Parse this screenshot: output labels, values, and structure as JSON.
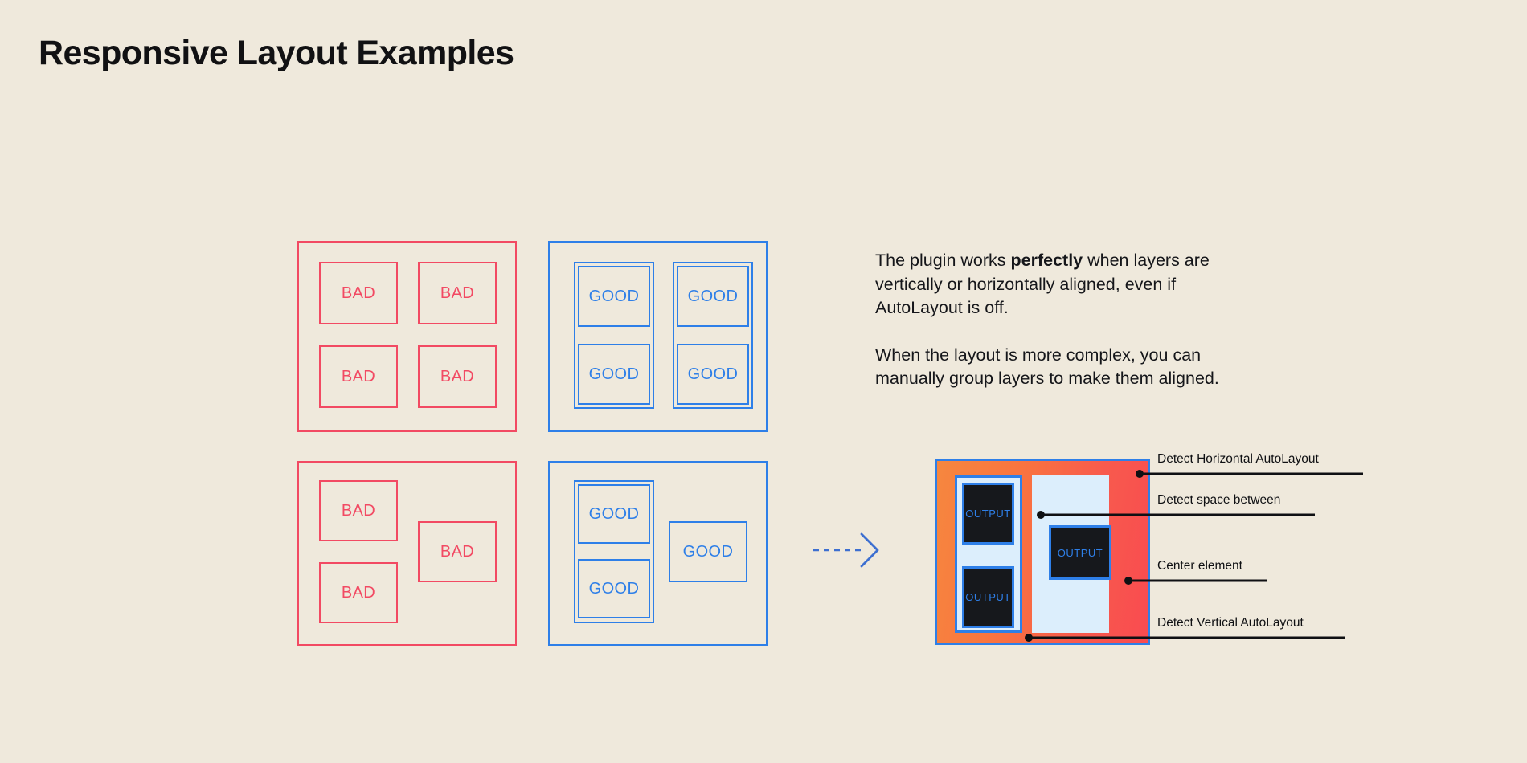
{
  "page": {
    "title": "Responsive Layout Examples",
    "background_color": "#efe9dc",
    "title_color": "#111113"
  },
  "colors": {
    "bad": "#f24a63",
    "good": "#2e7fe8",
    "accent_orange": "#f6873f",
    "accent_red": "#f94b50",
    "panel_light_blue": "#dceefc",
    "output_dark": "#16181c",
    "annotation": "#0f1013"
  },
  "examples": {
    "bad_label": "BAD",
    "good_label": "GOOD",
    "top_left": {
      "variant": "bad",
      "cells": [
        "BAD",
        "BAD",
        "BAD",
        "BAD"
      ]
    },
    "top_right": {
      "variant": "good",
      "cells": [
        "GOOD",
        "GOOD",
        "GOOD",
        "GOOD"
      ]
    },
    "bottom_left": {
      "variant": "bad",
      "cells": [
        "BAD",
        "BAD",
        "BAD"
      ]
    },
    "bottom_right": {
      "variant": "good",
      "cells": [
        "GOOD",
        "GOOD",
        "GOOD"
      ]
    }
  },
  "copy": {
    "paragraph1_before": "The plugin works ",
    "paragraph1_bold": "perfectly",
    "paragraph1_after": " when layers are vertically or horizontally aligned, even if AutoLayout is off.",
    "paragraph2": "When the layout is more complex, you can manually group layers to make them aligned."
  },
  "arrow": {
    "icon": "arrow-right-dashed-icon",
    "color": "#2e7fe8"
  },
  "mock": {
    "output_label": "OUTPUT",
    "outputs": [
      "OUTPUT",
      "OUTPUT",
      "OUTPUT"
    ]
  },
  "annotations": [
    {
      "label": "Detect Horizontal AutoLayout"
    },
    {
      "label": "Detect space between"
    },
    {
      "label": "Center element"
    },
    {
      "label": "Detect Vertical AutoLayout"
    }
  ]
}
